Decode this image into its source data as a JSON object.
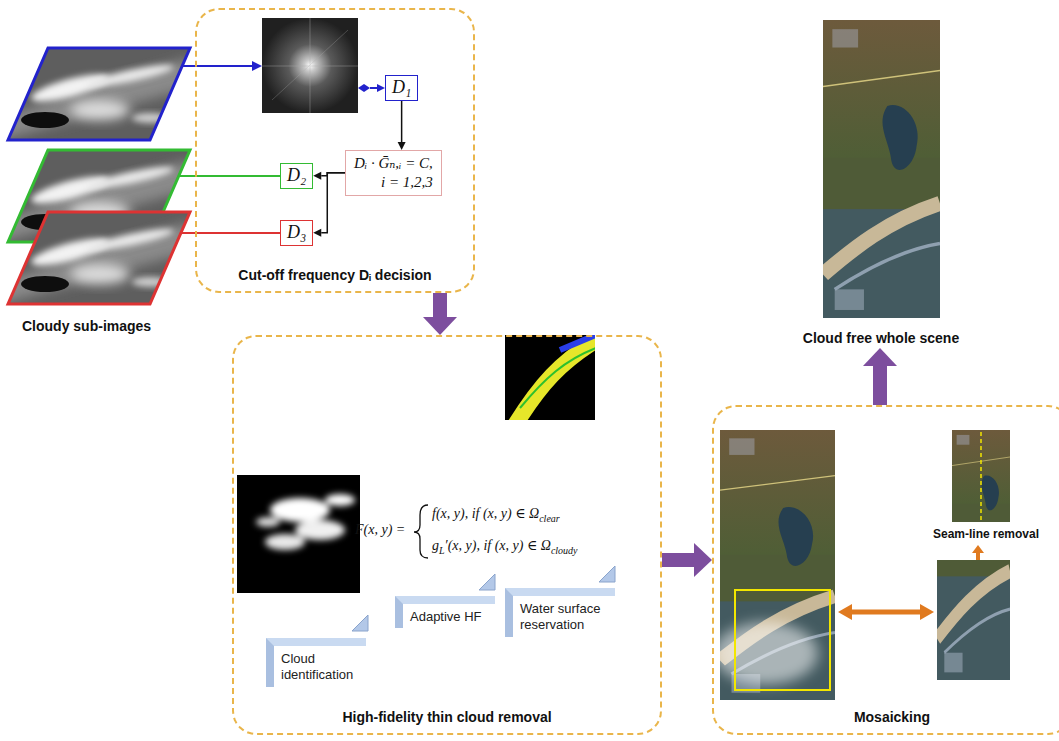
{
  "diagram": {
    "nodes": [
      {
        "text": [
          "Cut-off frequency Dᵢ decision"
        ]
      },
      {
        "text": [
          "D₁"
        ],
        "in": 0
      },
      {
        "text": [
          "Dᵢ · Ḡₙ,ᵢ = C,",
          "i = 1,2,3"
        ],
        "in": 0
      },
      {
        "text": [
          "D₂"
        ],
        "in": 0
      },
      {
        "text": [
          "D₃"
        ],
        "in": 0
      },
      {
        "text": [
          "High-fidelity thin cloud removal"
        ]
      },
      {
        "text": [
          "Cloud identification"
        ],
        "in": 5
      },
      {
        "text": [
          "Adaptive HF"
        ],
        "in": 5
      },
      {
        "text": [
          "Water surface reservation"
        ],
        "in": 5
      },
      {
        "text": [
          "Mosaicking"
        ]
      },
      {
        "text": [
          "Cloud free whole scene"
        ]
      }
    ],
    "edges": [
      {
        "from": 1,
        "to": 2,
        "arrow": "to"
      },
      {
        "from": 2,
        "to": 3,
        "arrow": "to"
      },
      {
        "from": 2,
        "to": 4,
        "arrow": "to"
      },
      {
        "from": 0,
        "to": 5,
        "arrow": "to"
      },
      {
        "from": 5,
        "to": 9,
        "arrow": "to"
      },
      {
        "from": 9,
        "to": 10,
        "arrow": "to"
      }
    ],
    "labels": [
      "Cloudy sub-images",
      "F(x, y) =",
      "f(x, y), if (x, y) ∈ Ω",
      "clear",
      "g",
      "L",
      "′(x, y), if (x, y) ∈ Ω",
      "cloudy",
      "Seam-line removal"
    ]
  }
}
